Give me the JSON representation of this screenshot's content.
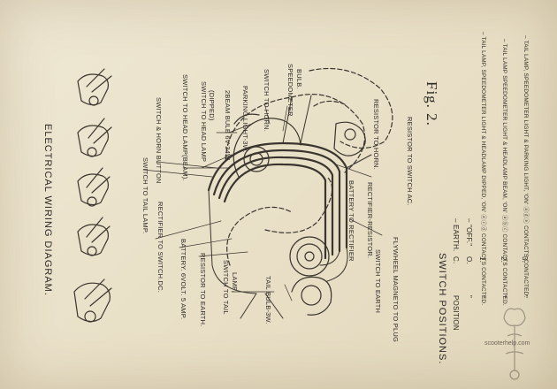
{
  "title": "ELECTRICAL WIRING DIAGRAM.",
  "figure": "Fig. 2.",
  "labels": {
    "switch_tail_lamp": "SWITCH TO TAIL LAMP.",
    "switch_horn_button": "SWITCH & HORN BUTTON",
    "switch_head_lamp_beam": "SWITCH TO HEAD LAMP(BEAM).",
    "switch_head_lamp_dipped_1": "SWITCH TO HEAD LAMP",
    "switch_head_lamp_dipped_2": "(DIPPED)",
    "beam_bulb": "2BEAM BULB 6V-24W.",
    "parking_light": "PARKING LIGHT-3W.",
    "switch_horn": "SWITCH TO HORN.",
    "speedometer_bulb_1": "SPEEDOMETER",
    "speedometer_bulb_2": "BULB.",
    "resistor_to_horn": "RESISTOR TO HORN.",
    "resistor_to_switch_ac": "RESISTOR TO SWITCH AC.",
    "rectifier_to_switch_dc": "RECTIFIER TO SWITCH.DC.",
    "battery_6v": "BATTERY. 6VOLT. 5 AMP.",
    "resistor_to_earth": "RESISTOR TO EARTH.",
    "switch_to_tail_lamp_1": "SWITCH TO TAIL",
    "switch_to_tail_lamp_2": "LAMP.",
    "tail_bulb": "TAIL BULB-3W.",
    "switch_to_earth": "SWITCH TO EARTH",
    "flywheel_magneto": "FLYWHEEL MAGNETO TO PLUG",
    "battery_to_rectifier": "BATTERY TO RECTIFIER",
    "rectifier_resistor": "RECTIFIER-RESISTOR."
  },
  "switch_positions": {
    "heading": "SWITCH POSITIONS.",
    "position_word": "POSITION",
    "rows": [
      {
        "mark": "\"",
        "code": "C.",
        "text": "– EARTH."
      },
      {
        "mark": "\"",
        "code": "O.",
        "text": "– \"OFF.\""
      },
      {
        "mark": "\"",
        "code": "1.",
        "text": "– TAIL LAMP, SPEEDOMETER LIGHT & HEADLAMP DIPPED, 'ON' ⓐⓒⓓ CONTACTS CONTACTED."
      },
      {
        "mark": "\"",
        "code": "2.",
        "text": "– TAIL LAMP SPEEDOMETER LIGHT & HEADLAMP BEAM, 'ON' ⓐⓑⓒ CONTACTS CONTACTED."
      },
      {
        "mark": "\"",
        "code": "3.",
        "text": "– TAIL LAMP, SPEEDOMETER LIGHT & PARKING LIGHT, 'ON' ⓐⓓⓔ CONTACTS CONTACTED."
      }
    ]
  },
  "watermark": "scooterhelp.com"
}
